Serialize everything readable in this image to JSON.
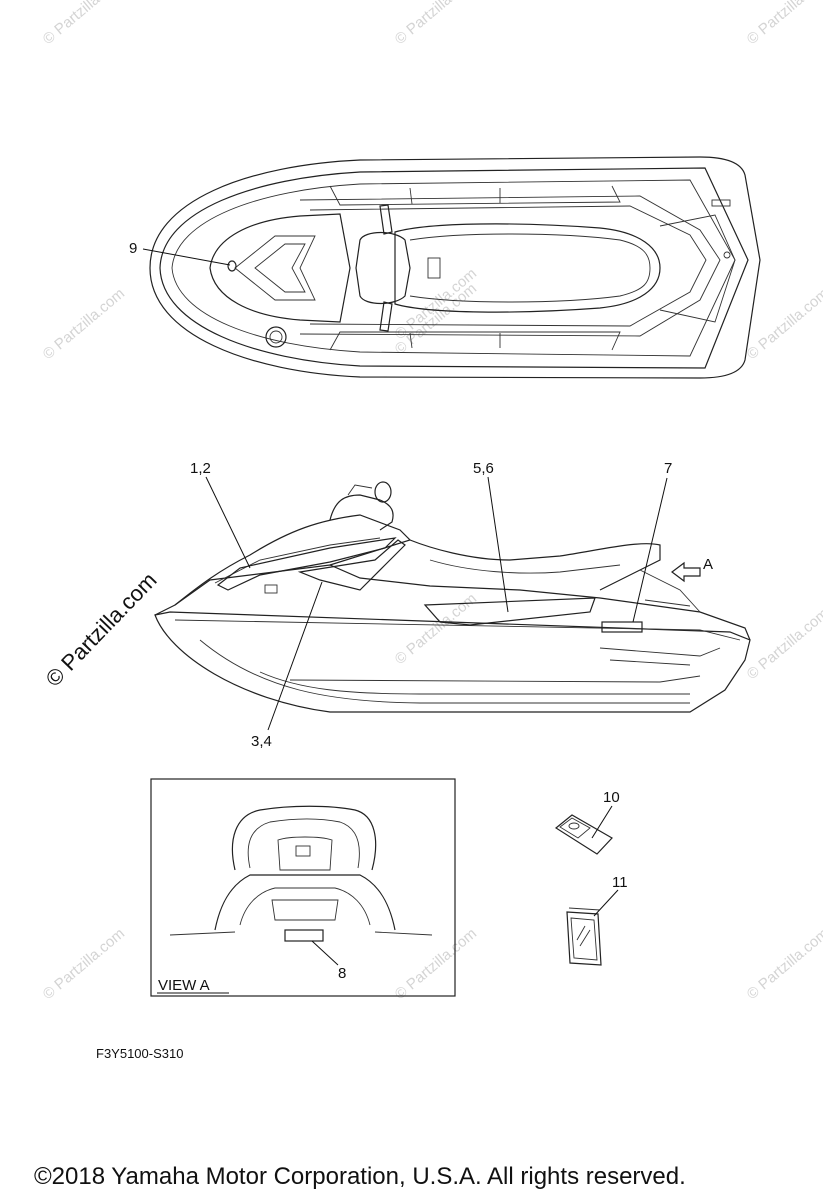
{
  "watermark": {
    "small": "© Partzilla.com",
    "large": "© Partzilla.com",
    "color": "#d4d4d4"
  },
  "callouts": {
    "c1": "9",
    "c2": "1,2",
    "c3": "5,6",
    "c4": "7",
    "c5": "A",
    "c6": "3,4",
    "c7": "10",
    "c8": "11",
    "c9": "8"
  },
  "view_a_label": "VIEW A",
  "diagram_code": "F3Y5100-S310",
  "copyright": "©2018  Yamaha Motor Corporation, U.S.A. All rights reserved."
}
